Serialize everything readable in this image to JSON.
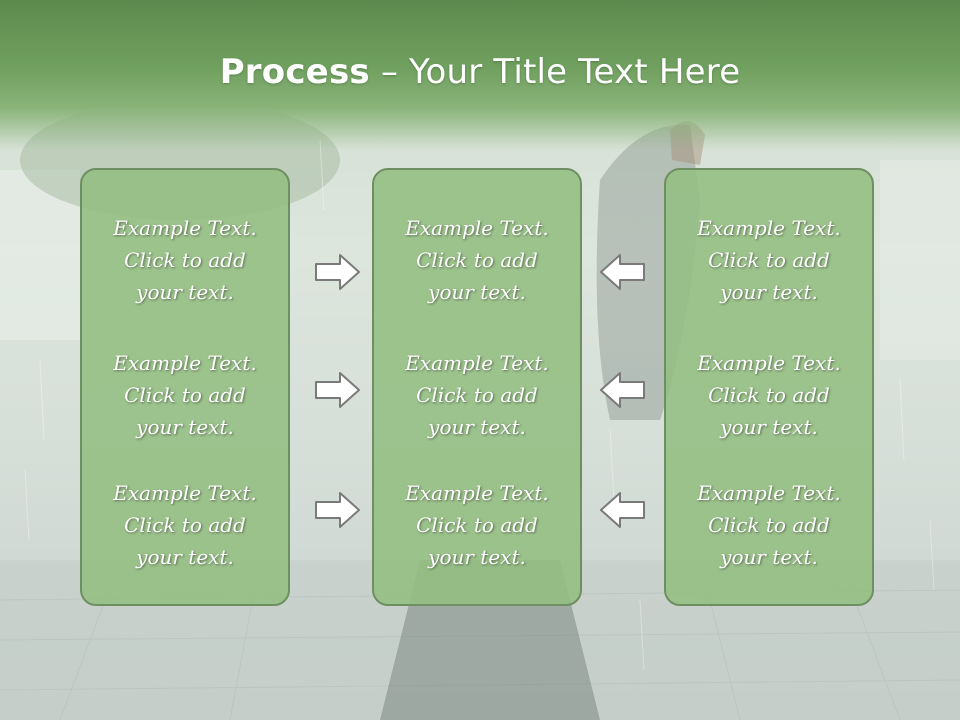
{
  "slide": {
    "title_bold": "Process",
    "title_rest": " – Your Title Text Here"
  },
  "panels": [
    {
      "blocks": [
        {
          "line1": "Example Text.",
          "line2": "Click  to add",
          "line3": "your text."
        },
        {
          "line1": "Example Text.",
          "line2": "Click  to add",
          "line3": "your text."
        },
        {
          "line1": "Example Text.",
          "line2": "Click  to add",
          "line3": "your text."
        }
      ]
    },
    {
      "blocks": [
        {
          "line1": "Example Text.",
          "line2": "Click  to add",
          "line3": "your text."
        },
        {
          "line1": "Example Text.",
          "line2": "Click  to add",
          "line3": "your text."
        },
        {
          "line1": "Example Text.",
          "line2": "Click  to add",
          "line3": "your text."
        }
      ]
    },
    {
      "blocks": [
        {
          "line1": "Example Text.",
          "line2": "Click  to add",
          "line3": "your text."
        },
        {
          "line1": "Example Text.",
          "line2": "Click  to add",
          "line3": "your text."
        },
        {
          "line1": "Example Text.",
          "line2": "Click  to add",
          "line3": "your text."
        }
      ]
    }
  ],
  "icons": {
    "left_arrows": "right-arrow-icon",
    "right_arrows": "left-arrow-icon"
  },
  "colors": {
    "header": "#70a05f",
    "panel_fill": "#94be82",
    "panel_border": "#6e8f62",
    "text": "#ffffff"
  }
}
